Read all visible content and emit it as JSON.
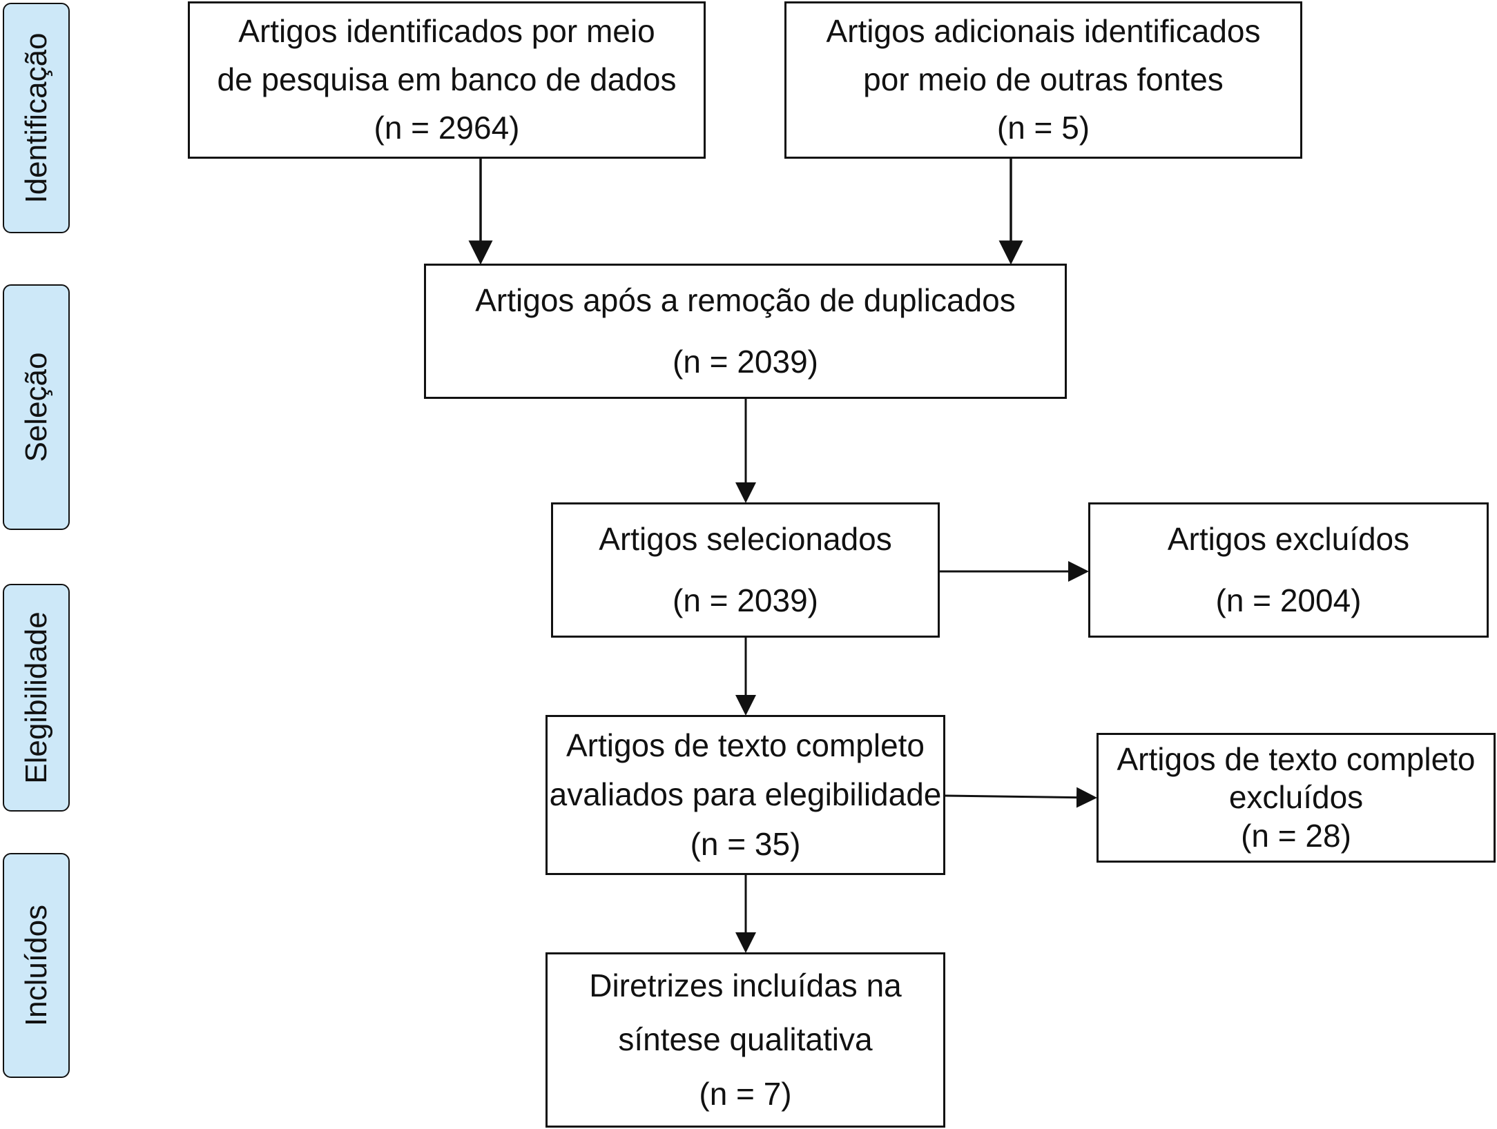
{
  "phases": {
    "identificacao": "Identificação",
    "selecao": "Seleção",
    "elegibilidade": "Elegibilidade",
    "incluidos": "Incluídos"
  },
  "boxes": {
    "database_search": {
      "line1": "Artigos identificados por meio",
      "line2": "de pesquisa em banco de dados",
      "count": "(n = 2964)"
    },
    "other_sources": {
      "line1": "Artigos adicionais identificados",
      "line2": "por meio de outras fontes",
      "count": "(n = 5)"
    },
    "after_duplicates": {
      "line1": "Artigos após a remoção de duplicados",
      "count": "(n = 2039)"
    },
    "selected": {
      "line1": "Artigos selecionados",
      "count": "(n = 2039)"
    },
    "excluded": {
      "line1": "Artigos excluídos",
      "count": "(n = 2004)"
    },
    "fulltext_assessed": {
      "line1": "Artigos de texto completo",
      "line2": "avaliados para elegibilidade",
      "count": "(n = 35)"
    },
    "fulltext_excluded": {
      "line1": "Artigos de texto completo",
      "line2": "excluídos",
      "count": "(n = 28)"
    },
    "included": {
      "line1": "Diretrizes incluídas na",
      "line2": "síntese qualitativa",
      "count": "(n = 7)"
    }
  },
  "colors": {
    "phase_fill": "#cde8f8",
    "stroke": "#111111"
  }
}
